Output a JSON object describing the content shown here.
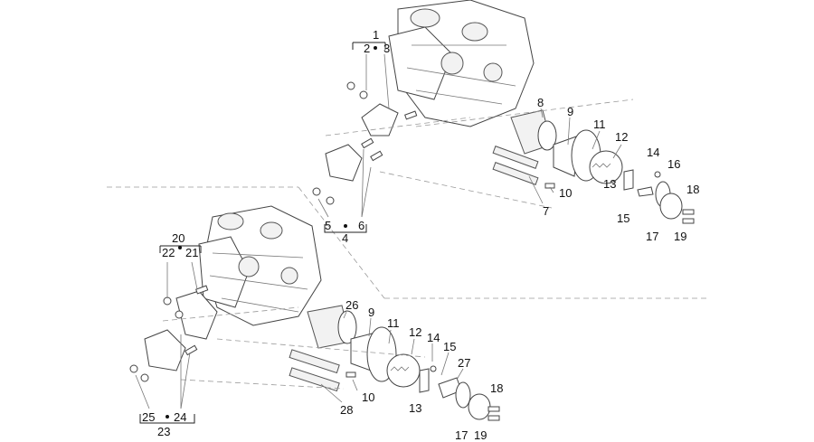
{
  "diagram": {
    "callouts": {
      "top": [
        "1",
        "2",
        "3",
        "4",
        "5",
        "6",
        "7",
        "8",
        "9",
        "10",
        "11",
        "12",
        "13",
        "14",
        "15",
        "16",
        "17",
        "18",
        "19"
      ],
      "bottom": [
        "9",
        "10",
        "11",
        "12",
        "13",
        "14",
        "15",
        "17",
        "18",
        "19",
        "20",
        "21",
        "22",
        "23",
        "24",
        "25",
        "26",
        "27",
        "28"
      ]
    }
  }
}
